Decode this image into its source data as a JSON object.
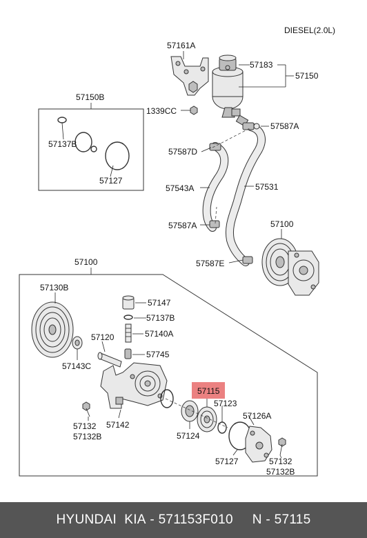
{
  "variant": "DIESEL(2.0L)",
  "highlight_color": "#e86b6b",
  "labels": {
    "p57161A": "57161A",
    "p57183": "57183",
    "p57150": "57150",
    "p1339CC": "1339CC",
    "p57587A_top": "57587A",
    "p57587D": "57587D",
    "p57543A": "57543A",
    "p57531": "57531",
    "p57587A_bottom": "57587A",
    "p57100_top": "57100",
    "p57587E": "57587E",
    "p57150B": "57150B",
    "p57137B_kit": "57137B",
    "p57127_kit": "57127",
    "p57100_box": "57100",
    "p57130B": "57130B",
    "p57147": "57147",
    "p57137B": "57137B",
    "p57140A": "57140A",
    "p57120": "57120",
    "p57143C": "57143C",
    "p57745": "57745",
    "p57115": "57115",
    "p57123": "57123",
    "p57126A": "57126A",
    "p57132_left": "57132",
    "p57132B_left": "57132B",
    "p57142": "57142",
    "p57124": "57124",
    "p57127": "57127",
    "p57132_right": "57132",
    "p57132B_right": "57132B"
  },
  "footer": {
    "brand": "HYUNDAI  KIA",
    "sep1": " - ",
    "part_number": "571153F010",
    "spacer": "     ",
    "label": "N - 57115"
  }
}
